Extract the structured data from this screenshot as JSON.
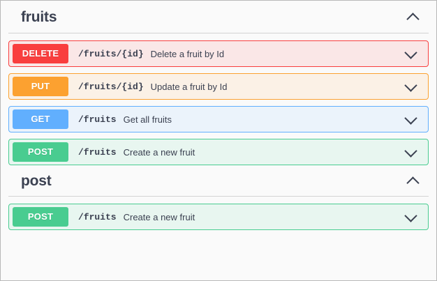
{
  "frame": {
    "background_color": "#fafafa",
    "border_color": "#b8b8b8"
  },
  "method_colors": {
    "get": "#61affe",
    "post": "#49cc90",
    "put": "#fca130",
    "delete": "#f93e3e"
  },
  "sections": [
    {
      "title": "fruits",
      "expanded": true,
      "toggle_icon": "chevron-up-icon",
      "operations": [
        {
          "method": "DELETE",
          "method_class": "delete",
          "path": "/fruits/{id}",
          "summary": "Delete a fruit by Id",
          "expand_icon": "chevron-down-icon"
        },
        {
          "method": "PUT",
          "method_class": "put",
          "path": "/fruits/{id}",
          "summary": "Update a fruit by Id",
          "expand_icon": "chevron-down-icon"
        },
        {
          "method": "GET",
          "method_class": "get",
          "path": "/fruits",
          "summary": "Get all fruits",
          "expand_icon": "chevron-down-icon"
        },
        {
          "method": "POST",
          "method_class": "post",
          "path": "/fruits",
          "summary": "Create a new fruit",
          "expand_icon": "chevron-down-icon"
        }
      ]
    },
    {
      "title": "post",
      "expanded": true,
      "toggle_icon": "chevron-up-icon",
      "operations": [
        {
          "method": "POST",
          "method_class": "post",
          "path": "/fruits",
          "summary": "Create a new fruit",
          "expand_icon": "chevron-down-icon"
        }
      ]
    }
  ]
}
